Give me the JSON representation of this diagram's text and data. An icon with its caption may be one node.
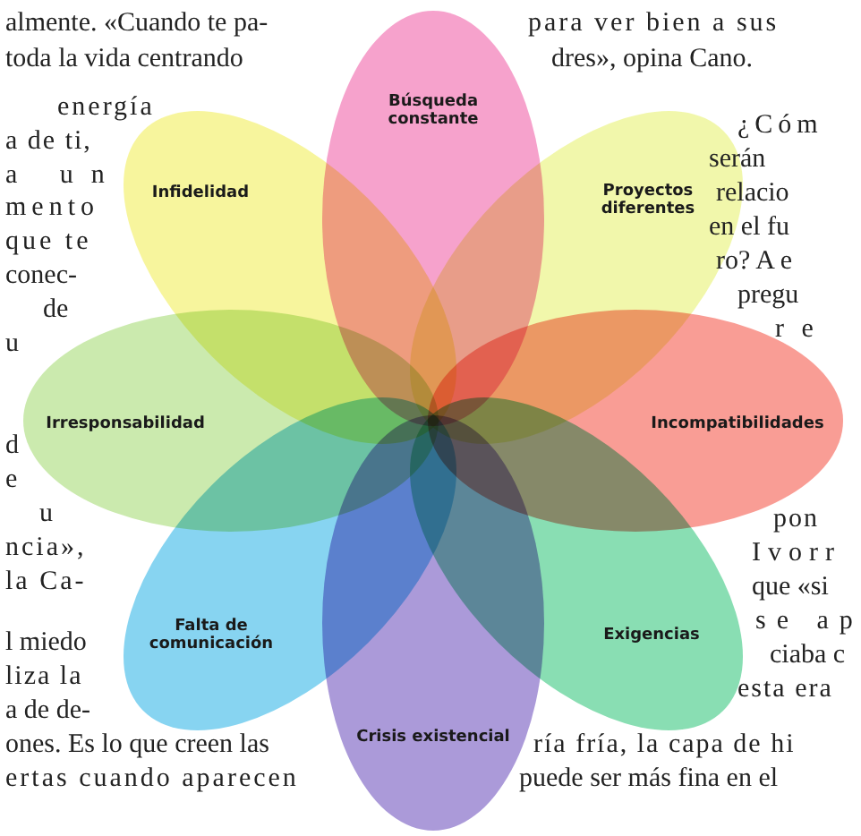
{
  "diagram": {
    "nodes": [
      {
        "text": [
          "Búsqueda constante"
        ]
      },
      {
        "text": [
          "Infidelidad"
        ]
      },
      {
        "text": [
          "Proyectos diferentes"
        ]
      },
      {
        "text": [
          "Irresponsabilidad"
        ]
      },
      {
        "text": [
          "Incompatibilidades"
        ]
      },
      {
        "text": [
          "Falta de comunicación"
        ]
      },
      {
        "text": [
          "Exigencias"
        ]
      },
      {
        "text": [
          "Crisis existencial"
        ]
      }
    ],
    "labels": [
      "almente. «Cuando te pa-",
      "para ver bien a sus",
      "toda la vida centrando",
      "dres», opina Cano.",
      "energía",
      "a de ti,",
      "a un",
      "mento",
      "que te",
      "conec-",
      "de",
      "u",
      "d",
      "e",
      "u",
      "ncia»,",
      "la Ca-",
      "l miedo",
      "liza la",
      "a de de-",
      "¿Cóm",
      "serán",
      "relacio",
      "en el fu",
      "ro? A e",
      "pregu",
      "r e",
      "pon",
      "Ivorr",
      "que «si",
      "se ap",
      "ciaba c",
      "esta era",
      "ones. Es lo que creen las",
      "ría fría, la capa de hi",
      "ertas cuando aparecen",
      "puede ser más fina en el"
    ]
  }
}
